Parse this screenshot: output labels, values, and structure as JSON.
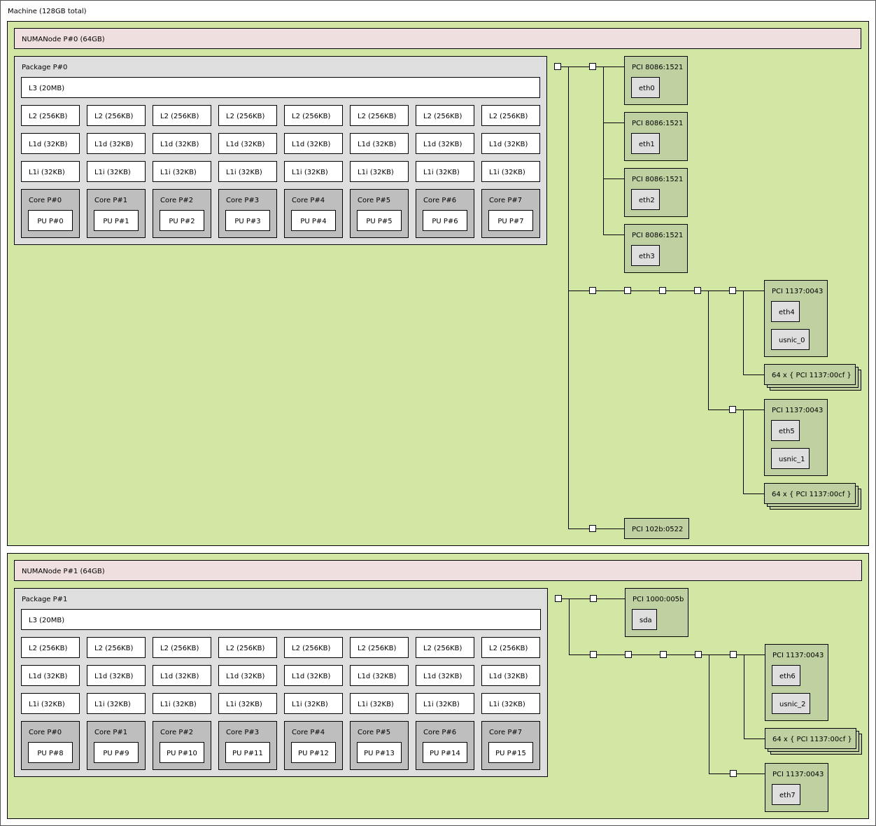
{
  "machine": {
    "label": "Machine (128GB total)"
  },
  "colors": {
    "machine": "#ffffff",
    "numa": "#d2e7a4",
    "numa_header": "#efdfde",
    "package": "#dedede",
    "cache": "#ffffff",
    "core": "#bebebe",
    "pu": "#ffffff",
    "pci": "#bfd1a0",
    "os_device": "#dedede"
  },
  "numa0": {
    "label": "NUMANode P#0 (64GB)",
    "package": {
      "label": "Package P#0",
      "l3": "L3 (20MB)",
      "l2": [
        "L2 (256KB)",
        "L2 (256KB)",
        "L2 (256KB)",
        "L2 (256KB)",
        "L2 (256KB)",
        "L2 (256KB)",
        "L2 (256KB)",
        "L2 (256KB)"
      ],
      "l1d": [
        "L1d (32KB)",
        "L1d (32KB)",
        "L1d (32KB)",
        "L1d (32KB)",
        "L1d (32KB)",
        "L1d (32KB)",
        "L1d (32KB)",
        "L1d (32KB)"
      ],
      "l1i": [
        "L1i (32KB)",
        "L1i (32KB)",
        "L1i (32KB)",
        "L1i (32KB)",
        "L1i (32KB)",
        "L1i (32KB)",
        "L1i (32KB)",
        "L1i (32KB)"
      ],
      "cores": [
        {
          "core": "Core P#0",
          "pu": "PU P#0"
        },
        {
          "core": "Core P#1",
          "pu": "PU P#1"
        },
        {
          "core": "Core P#2",
          "pu": "PU P#2"
        },
        {
          "core": "Core P#3",
          "pu": "PU P#3"
        },
        {
          "core": "Core P#4",
          "pu": "PU P#4"
        },
        {
          "core": "Core P#5",
          "pu": "PU P#5"
        },
        {
          "core": "Core P#6",
          "pu": "PU P#6"
        },
        {
          "core": "Core P#7",
          "pu": "PU P#7"
        }
      ]
    },
    "io": {
      "pci_a": [
        {
          "label": "PCI 8086:1521",
          "dev": "eth0"
        },
        {
          "label": "PCI 8086:1521",
          "dev": "eth1"
        },
        {
          "label": "PCI 8086:1521",
          "dev": "eth2"
        },
        {
          "label": "PCI 8086:1521",
          "dev": "eth3"
        }
      ],
      "vic_a": {
        "label": "PCI 1137:0043",
        "devs": [
          "eth4",
          "usnic_0"
        ]
      },
      "vic_a_group": "64 x { PCI 1137:00cf }",
      "vic_b": {
        "label": "PCI 1137:0043",
        "devs": [
          "eth5",
          "usnic_1"
        ]
      },
      "vic_b_group": "64 x { PCI 1137:00cf }",
      "vga": "PCI 102b:0522"
    }
  },
  "numa1": {
    "label": "NUMANode P#1 (64GB)",
    "package": {
      "label": "Package P#1",
      "l3": "L3 (20MB)",
      "l2": [
        "L2 (256KB)",
        "L2 (256KB)",
        "L2 (256KB)",
        "L2 (256KB)",
        "L2 (256KB)",
        "L2 (256KB)",
        "L2 (256KB)",
        "L2 (256KB)"
      ],
      "l1d": [
        "L1d (32KB)",
        "L1d (32KB)",
        "L1d (32KB)",
        "L1d (32KB)",
        "L1d (32KB)",
        "L1d (32KB)",
        "L1d (32KB)",
        "L1d (32KB)"
      ],
      "l1i": [
        "L1i (32KB)",
        "L1i (32KB)",
        "L1i (32KB)",
        "L1i (32KB)",
        "L1i (32KB)",
        "L1i (32KB)",
        "L1i (32KB)",
        "L1i (32KB)"
      ],
      "cores": [
        {
          "core": "Core P#0",
          "pu": "PU P#8"
        },
        {
          "core": "Core P#1",
          "pu": "PU P#9"
        },
        {
          "core": "Core P#2",
          "pu": "PU P#10"
        },
        {
          "core": "Core P#3",
          "pu": "PU P#11"
        },
        {
          "core": "Core P#4",
          "pu": "PU P#12"
        },
        {
          "core": "Core P#5",
          "pu": "PU P#13"
        },
        {
          "core": "Core P#6",
          "pu": "PU P#14"
        },
        {
          "core": "Core P#7",
          "pu": "PU P#15"
        }
      ]
    },
    "io": {
      "raid": {
        "label": "PCI 1000:005b",
        "dev": "sda"
      },
      "vic_c": {
        "label": "PCI 1137:0043",
        "devs": [
          "eth6",
          "usnic_2"
        ]
      },
      "vic_c_group": "64 x { PCI 1137:00cf }",
      "vic_d": {
        "label": "PCI 1137:0043",
        "devs": [
          "eth7"
        ]
      }
    }
  }
}
